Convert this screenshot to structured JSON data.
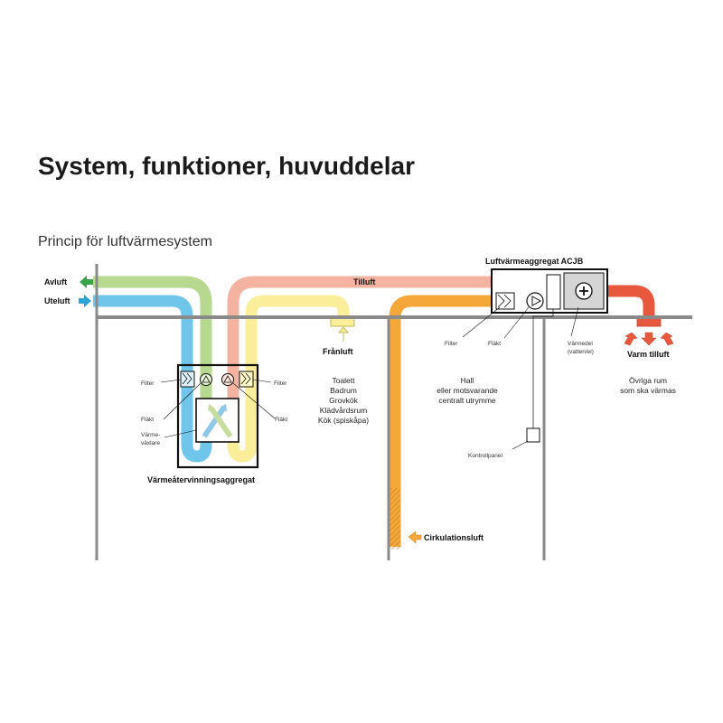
{
  "header": {
    "title": "System, funktioner, huvuddelar",
    "subtitle": "Princip för luftvärmesystem"
  },
  "labels": {
    "avluft": "Avluft",
    "uteluft": "Uteluft",
    "tilluft": "Tilluft",
    "unit_title": "Luftvärmeaggregat ACJB",
    "franluft": "Frånluft",
    "varm_tilluft": "Varm tilluft",
    "cirkulationsluft": "Cirkulationsluft",
    "hrv_title": "Värmeåtervinningsaggregat",
    "filter_left": "Filter",
    "flakt_left": "Fläkt",
    "varmevaxlare_line1": "Värme-",
    "varmevaxlare_line2": "växlare",
    "filter_right": "Filter",
    "flakt_right": "Fläkt",
    "unit_filter": "Filter",
    "unit_flakt": "Fläkt",
    "varmedel_line1": "Värmedel",
    "varmedel_line2": "(vatten/el)",
    "kontrollpanel": "Kontrollpanel"
  },
  "rooms": {
    "wet_rooms": [
      "Toalett",
      "Badrum",
      "Grovkök",
      "Klädvårdsrum",
      "Kök (spiskåpa)"
    ],
    "hall": [
      "Hall",
      "eller motsvarande",
      "centralt utrymme"
    ],
    "other": [
      "Övriga rum",
      "som ska värmas"
    ]
  },
  "colors": {
    "avluft": "#b6d98f",
    "uteluft": "#6fc5ea",
    "tilluft": "#f4b3a0",
    "franluft": "#faee9a",
    "circulation": "#f5a73a",
    "warm": "#e8583f",
    "walls": "#8a8a8a",
    "arrow_green": "#3aa34a",
    "arrow_blue": "#2ba3d3"
  }
}
